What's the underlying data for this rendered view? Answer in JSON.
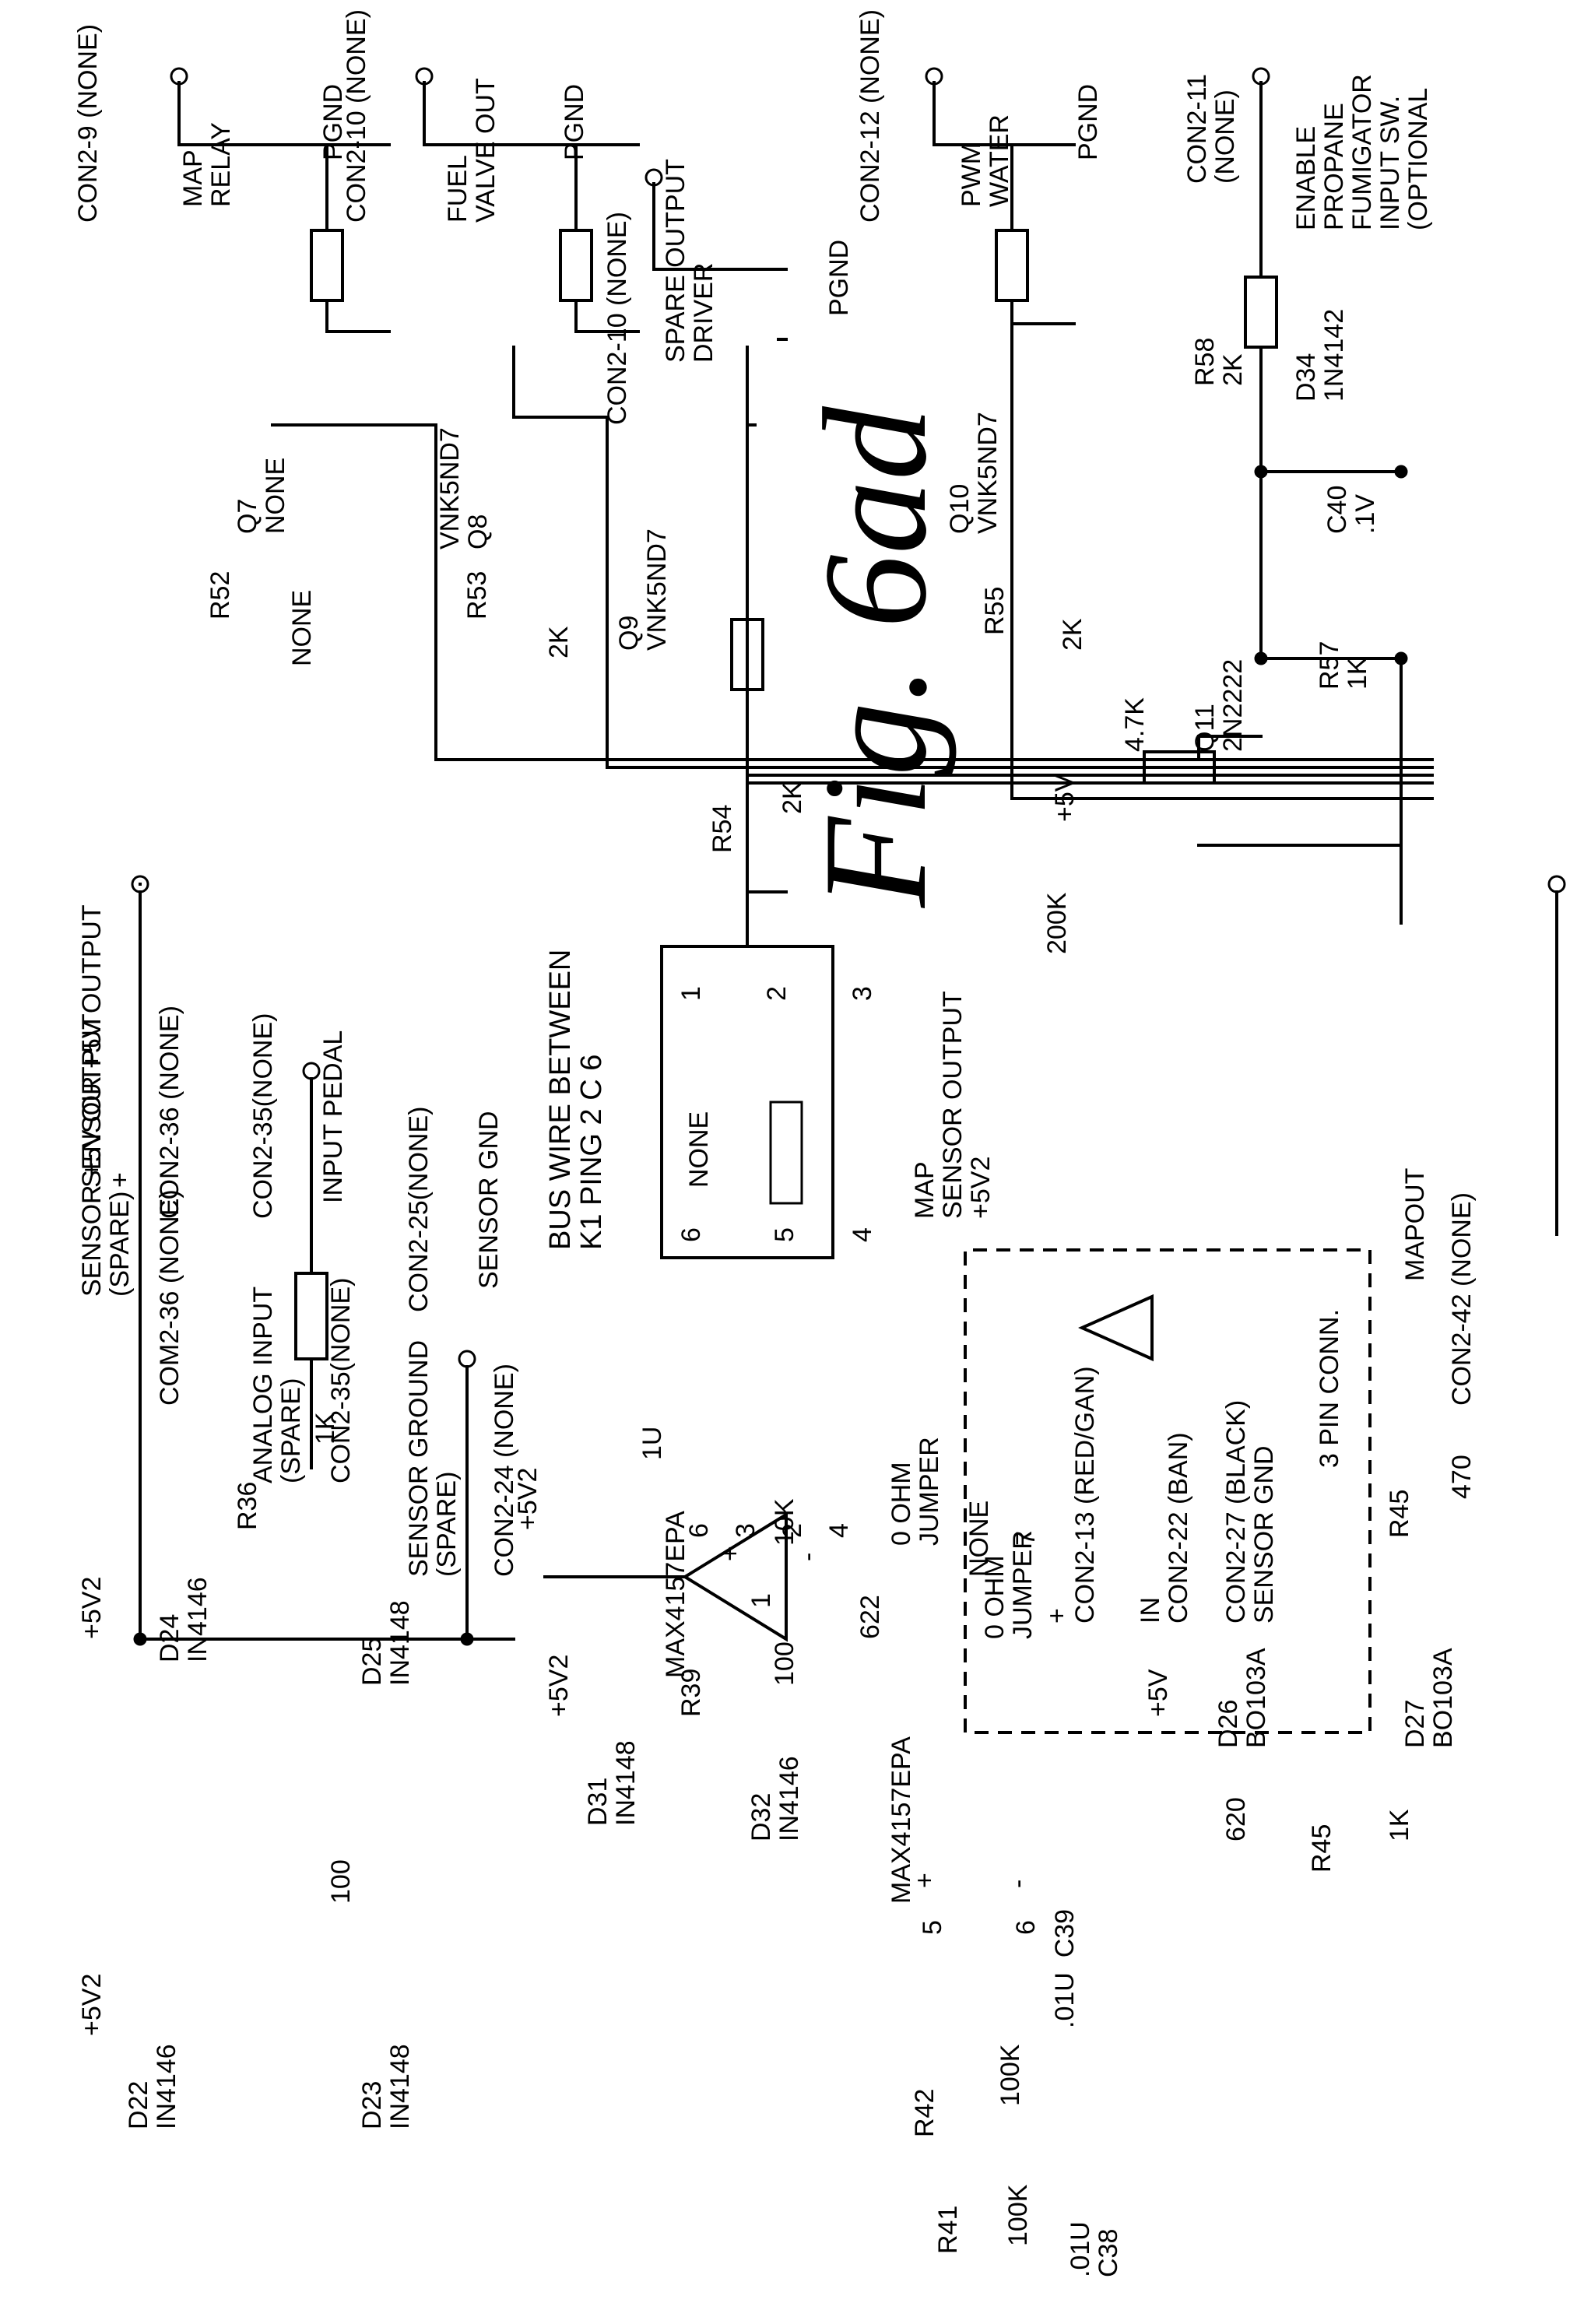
{
  "figure_title": "Fig. 6ad",
  "labels": {
    "con2_9": "CON2-9 (NONE)",
    "map_relay": "MAP\nRELAY",
    "pgnd_1": "PGND",
    "q7": "Q7\nNONE",
    "r52": "R52",
    "r52_val": "NONE",
    "con2_10a": "CON2-10 (NONE)",
    "fuel_valve": "FUEL\nVALVE OUT",
    "pgnd_2": "PGND",
    "q8": "VNK5ND7\nQ8",
    "r53": "R53",
    "r53_val": "2K",
    "con2_10b": "CON2-10 (NONE)",
    "spare_driver": "SPARE OUTPUT\nDRIVER",
    "pgnd_3": "PGND",
    "q9": "Q9\nVNK5ND7",
    "r54": "R54",
    "r54_val": "2K",
    "con2_12": "CON2-12 (NONE)",
    "pwm_water": "PWM\nWATER",
    "pgnd_4": "PGND",
    "q10": "Q10\nVNK5ND7",
    "r55": "R55",
    "r55_val": "2K",
    "con2_11": "CON2-11\n(NONE)",
    "enable_propane": "ENABLE\nPROPANE\nFUMIGATOR\nINPUT SW.\n(OPTIONAL",
    "r58": "R58\n2K",
    "d34": "D34\n1N4142",
    "c40": "C40\n.1V",
    "r57": "R57\n1K",
    "q11": "Q11\n2N2222",
    "r_47k": "4.7K",
    "plus5v_q11": "+5V",
    "sensor_5v_out": "SENSOR +5V OUTPUT\n+",
    "con2_36": "CON2-36 (NONE)",
    "con2_35": "CON2-35(NONE)",
    "input_pedal": "INPUT PEDAL",
    "con2_25": "CON2-25(NONE)",
    "sensor_gnd": "SENSOR GND",
    "plus5v2_a": "+5V2",
    "d24": "D24\nIN4146",
    "d25": "D25\nIN4148",
    "r36": "R36",
    "r36_val": "1K",
    "bus_wire": "BUS WIRE BETWEEN\nK1 PING 2 C 6",
    "opto_none": "NONE",
    "pin1": "1",
    "pin2": "2",
    "pin3": "3",
    "pin4": "4",
    "pin5": "5",
    "pin6": "6",
    "r_200k": "200K",
    "map_sensor_output": "MAP\nSENSOR OUTPUT\n+5V2",
    "con2_13": "+\nCON2-13 (RED/GAN)",
    "con2_22": "IN\nCON2-22 (BAN)",
    "con2_27": "CON2-27 (BLACK)\nSENSOR GND",
    "three_pin": "3 PIN CONN.",
    "mapout": "MAPOUT",
    "con2_42": "CON2-42 (NONE)",
    "jumper_a": "0 OHM\nJUMPER",
    "r_10k": "10K",
    "cap_1u": "1U",
    "plus5v2_b": "+5V2",
    "max4157_a": "MAX4157EPA",
    "op_a_3": "3",
    "op_a_2": "2",
    "op_a_6": "6",
    "op_a_4": "4",
    "op_a_1": "1",
    "op_a_plus": "+",
    "op_a_minus": "-",
    "none_res": "NONE",
    "ref_622": "622",
    "r45_top": "R45",
    "r45_top_val": "470",
    "sensor_5v_spare": "SENSOR +5V OUTPUT\n(SPARE)",
    "com2_36": "COM2-36 (NONE)",
    "analog_in": "ANALOG INPUT\n(SPARE)",
    "con2_35b": "CON2-35(NONE)",
    "sensor_ground_spare": "SENSOR GROUND\n(SPARE)",
    "con2_24": "CON2-24 (NONE)",
    "plus5v2_c": "+5V2",
    "d22": "D22\nIN4146",
    "d23": "D23\nIN4148",
    "r_100a": "100",
    "plus5v2_d": "+5V2",
    "d31": "D31\nIN4148",
    "d32": "D32\nIN4146",
    "r39": "R39",
    "r39_val": "100",
    "max4157_b": "MAX4157EPA",
    "op_b_7": "7",
    "op_b_5": "5",
    "op_b_6": "6",
    "op_b_plus": "+",
    "op_b_minus": "-",
    "jumper_b": "0 OHM\nJUMPER",
    "ref_620": "620",
    "plus5v_d26": "+5V",
    "d26": "D26\nBO103A",
    "d27": "D27\nBO103A",
    "r45_bot": "R45",
    "r45_bot_val": "1K",
    "c39": ".01U  C39",
    "r42": "R42",
    "r42_val": "100K",
    "r41": "R41",
    "r41_val": "100K",
    "c38": ".01U\nC38"
  }
}
